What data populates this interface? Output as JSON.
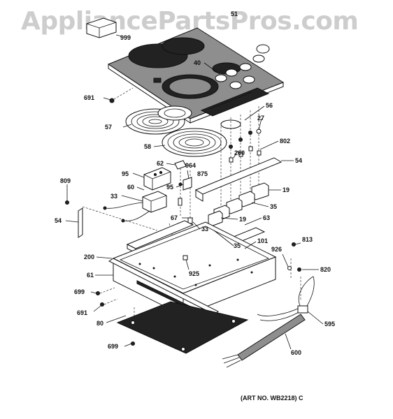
{
  "watermark": "AppliancePartsPros.com",
  "art_number": "(ART NO. WB2218) C",
  "callouts": {
    "c51": "51",
    "c999": "999",
    "c40": "40",
    "c691a": "691",
    "c57": "57",
    "c56": "56",
    "c27": "27",
    "c58": "58",
    "c802": "802",
    "c260": "260",
    "c62": "62",
    "c964": "964",
    "c54a": "54",
    "c95a": "95",
    "c875": "875",
    "c809": "809",
    "c95b": "95",
    "c19a": "19",
    "c60": "60",
    "c33a": "33",
    "c35a": "35",
    "c54b": "54",
    "c67": "67",
    "c19b": "19",
    "c63": "63",
    "c33b": "33",
    "c35b": "35",
    "c101": "101",
    "c200": "200",
    "c926": "926",
    "c813": "813",
    "c61": "61",
    "c925": "925",
    "c820": "820",
    "c699a": "699",
    "c691b": "691",
    "c80": "80",
    "c595": "595",
    "c699b": "699",
    "c600": "600"
  }
}
